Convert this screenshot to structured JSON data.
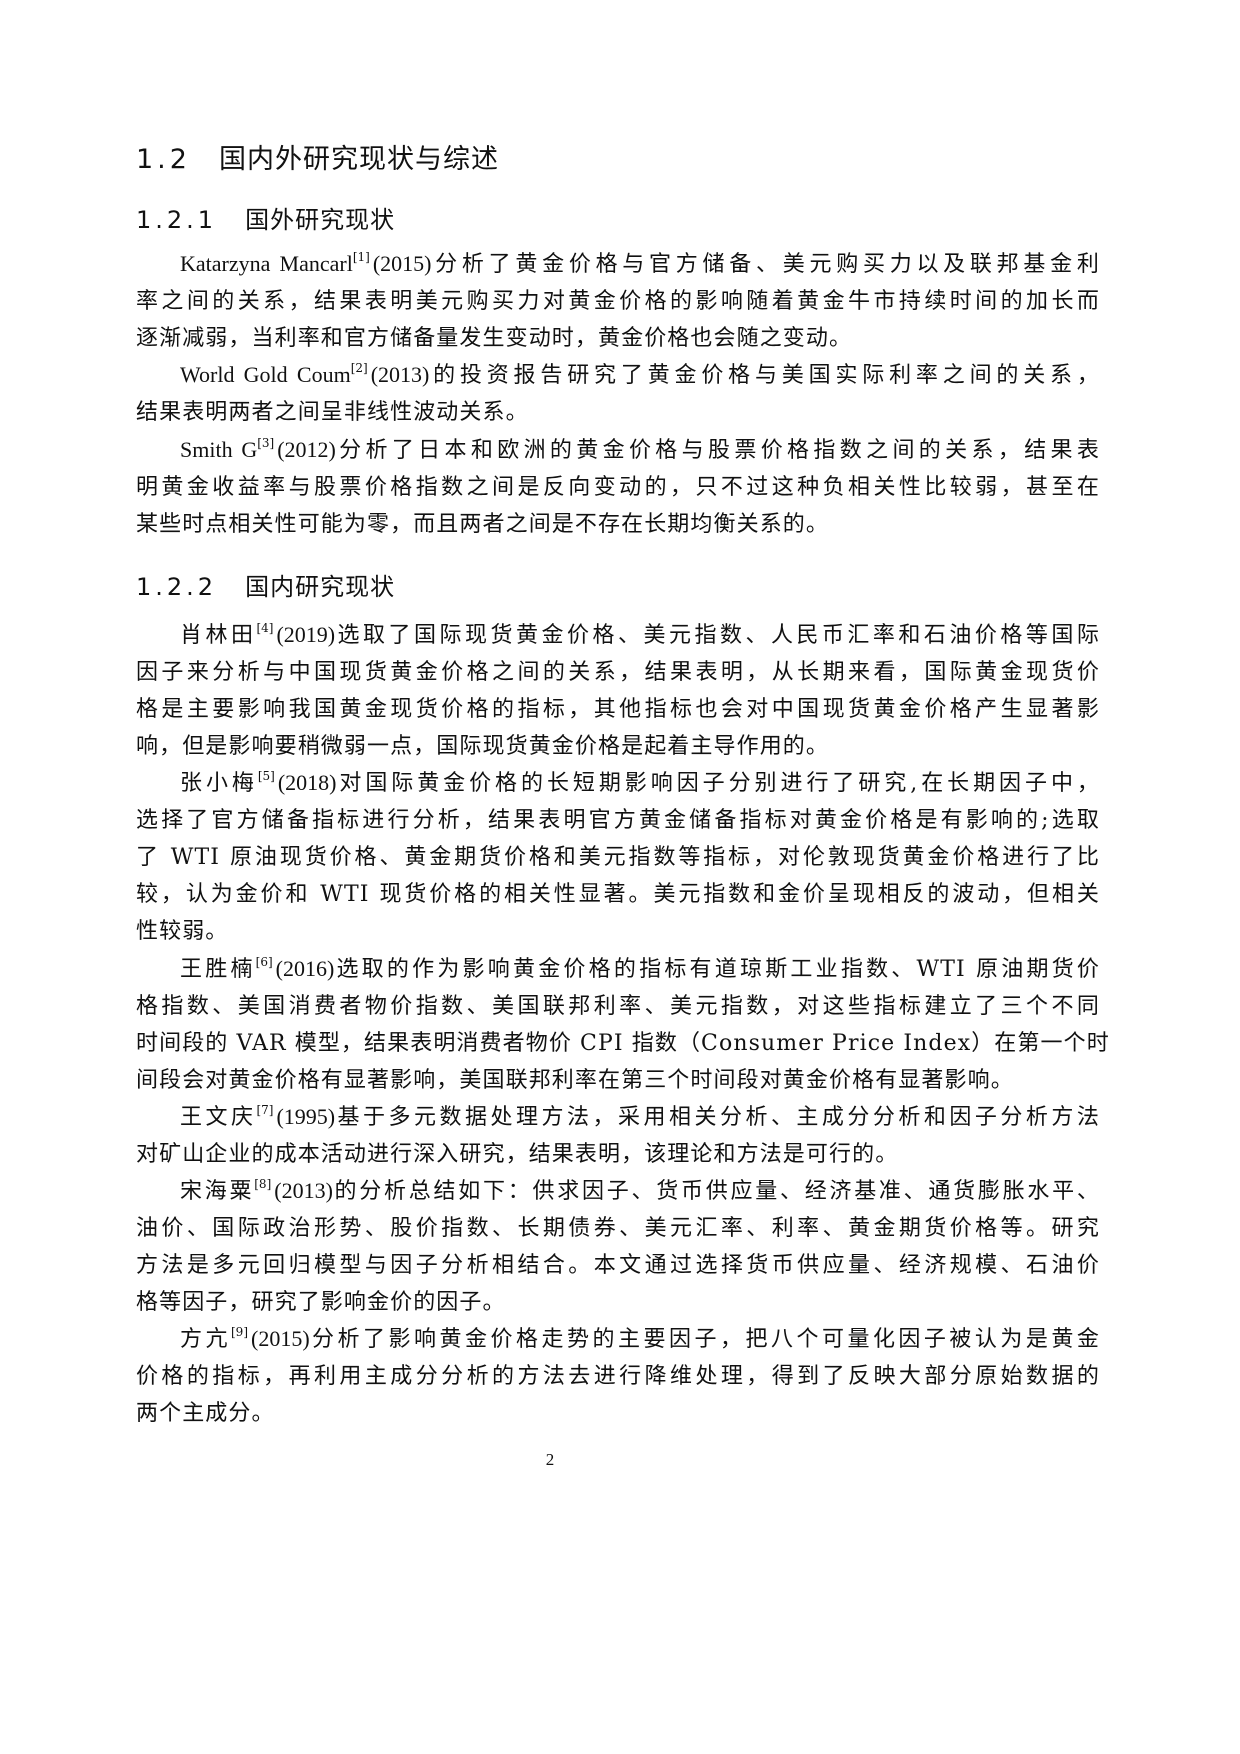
{
  "section": {
    "number": "1.2",
    "title": "国内外研究现状与综述"
  },
  "subsections": [
    {
      "number": "1.2.1",
      "title": "国外研究现状",
      "paragraphs": [
        {
          "author": "Katarzyna Mancarl",
          "ref": "[1]",
          "year": "(2015)",
          "lines": [
            "分析了黄金价格与官方储备、美元购买力以及联邦基金利",
            "率之间的关系，结果表明美元购买力对黄金价格的影响随着黄金牛市持续时间的加长而",
            "逐渐减弱，当利率和官方储备量发生变动时，黄金价格也会随之变动。"
          ]
        },
        {
          "author": "World Gold Coum",
          "ref": "[2]",
          "year": "(2013)",
          "lines": [
            "的投资报告研究了黄金价格与美国实际利率之间的关系，",
            "结果表明两者之间呈非线性波动关系。"
          ]
        },
        {
          "author": "Smith G",
          "ref": "[3]",
          "year": "(2012)",
          "lines": [
            "分析了日本和欧洲的黄金价格与股票价格指数之间的关系，结果表",
            "明黄金收益率与股票价格指数之间是反向变动的，只不过这种负相关性比较弱，甚至在",
            "某些时点相关性可能为零，而且两者之间是不存在长期均衡关系的。"
          ]
        }
      ]
    },
    {
      "number": "1.2.2",
      "title": "国内研究现状",
      "paragraphs": [
        {
          "author": "肖林田",
          "ref": "[4]",
          "year": "(2019)",
          "lines": [
            "选取了国际现货黄金价格、美元指数、人民币汇率和石油价格等国际",
            "因子来分析与中国现货黄金价格之间的关系，结果表明，从长期来看，国际黄金现货价",
            "格是主要影响我国黄金现货价格的指标，其他指标也会对中国现货黄金价格产生显著影",
            "响，但是影响要稍微弱一点，国际现货黄金价格是起着主导作用的。"
          ]
        },
        {
          "author": "张小梅",
          "ref": "[5]",
          "year": "(2018)",
          "lines": [
            "对国际黄金价格的长短期影响因子分别进行了研究,在长期因子中，",
            "选择了官方储备指标进行分析，结果表明官方黄金储备指标对黄金价格是有影响的;选取",
            "了 WTI 原油现货价格、黄金期货价格和美元指数等指标，对伦敦现货黄金价格进行了比",
            "较，认为金价和 WTI 现货价格的相关性显著。美元指数和金价呈现相反的波动，但相关",
            "性较弱。"
          ]
        },
        {
          "author": "王胜楠",
          "ref": "[6]",
          "year": "(2016)",
          "lines": [
            "选取的作为影响黄金价格的指标有道琼斯工业指数、WTI 原油期货价",
            "格指数、美国消费者物价指数、美国联邦利率、美元指数，对这些指标建立了三个不同",
            "时间段的 VAR 模型，结果表明消费者物价 CPI 指数（Consumer Price Index）在第一个时",
            "间段会对黄金价格有显著影响，美国联邦利率在第三个时间段对黄金价格有显著影响。"
          ]
        },
        {
          "author": "王文庆",
          "ref": "[7]",
          "year": "(1995)",
          "lines": [
            "基于多元数据处理方法，采用相关分析、主成分分析和因子分析方法",
            "对矿山企业的成本活动进行深入研究，结果表明，该理论和方法是可行的。"
          ]
        },
        {
          "author": "宋海粟",
          "ref": "[8]",
          "year": "(2013)",
          "lines": [
            "的分析总结如下：供求因子、货币供应量、经济基准、通货膨胀水平、",
            "油价、国际政治形势、股价指数、长期债券、美元汇率、利率、黄金期货价格等。研究",
            "方法是多元回归模型与因子分析相结合。本文通过选择货币供应量、经济规模、石油价",
            "格等因子，研究了影响金价的因子。"
          ]
        },
        {
          "author": "方亢",
          "ref": "[9]",
          "year": "(2015)",
          "lines": [
            "分析了影响黄金价格走势的主要因子，把八个可量化因子被认为是黄金",
            "价格的指标，再利用主成分分析的方法去进行降维处理，得到了反映大部分原始数据的",
            "两个主成分。"
          ]
        }
      ]
    }
  ],
  "footer": {
    "page_number": "2"
  }
}
